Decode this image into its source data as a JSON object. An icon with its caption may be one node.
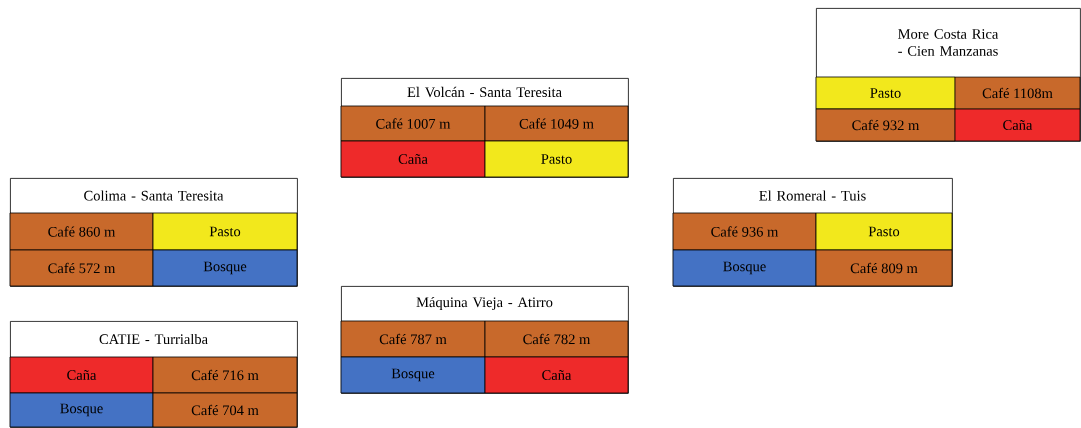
{
  "diagram": {
    "nodes": [
      {
        "text": [
          "More Costa Rica - Cien Manzanas"
        ]
      },
      {
        "text": [
          "Pasto"
        ],
        "in": 0
      },
      {
        "text": [
          "Café 1108m"
        ],
        "in": 0
      },
      {
        "text": [
          "Café 932 m"
        ],
        "in": 0
      },
      {
        "text": [
          "Caña"
        ],
        "in": 0
      },
      {
        "text": [
          "El Volcán - Santa Teresita"
        ]
      },
      {
        "text": [
          "Café 1007 m"
        ],
        "in": 5
      },
      {
        "text": [
          "Café 1049 m"
        ],
        "in": 5
      },
      {
        "text": [
          "Caña"
        ],
        "in": 5
      },
      {
        "text": [
          "Pasto"
        ],
        "in": 5
      },
      {
        "text": [
          "Colima - Santa Teresita"
        ]
      },
      {
        "text": [
          "Café 860 m"
        ],
        "in": 10
      },
      {
        "text": [
          "Pasto"
        ],
        "in": 10
      },
      {
        "text": [
          "Café 572 m"
        ],
        "in": 10
      },
      {
        "text": [
          "Bosque"
        ],
        "in": 10
      },
      {
        "text": [
          "El Romeral - Tuis"
        ]
      },
      {
        "text": [
          "Café 936 m"
        ],
        "in": 15
      },
      {
        "text": [
          "Pasto"
        ],
        "in": 15
      },
      {
        "text": [
          "Bosque"
        ],
        "in": 15
      },
      {
        "text": [
          "Café 809 m"
        ],
        "in": 15
      },
      {
        "text": [
          "Máquina Vieja - Atirro"
        ]
      },
      {
        "text": [
          "Café 787 m"
        ],
        "in": 20
      },
      {
        "text": [
          "Café 782 m"
        ],
        "in": 20
      },
      {
        "text": [
          "Bosque"
        ],
        "in": 20
      },
      {
        "text": [
          "Caña"
        ],
        "in": 20
      },
      {
        "text": [
          "CATIE - Turrialba"
        ]
      },
      {
        "text": [
          "Caña"
        ],
        "in": 25
      },
      {
        "text": [
          "Café 716 m"
        ],
        "in": 25
      },
      {
        "text": [
          "Bosque"
        ],
        "in": 25
      },
      {
        "text": [
          "Café 704 m"
        ],
        "in": 25
      }
    ]
  }
}
